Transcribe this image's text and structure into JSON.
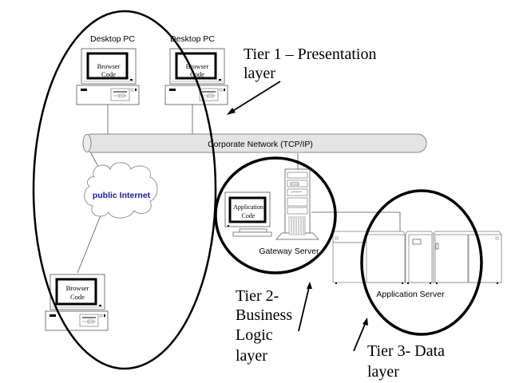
{
  "diagram": {
    "title": "Three-tier architecture",
    "desktops": [
      {
        "label": "Desktop PC",
        "screen_line1": "Browser",
        "screen_line2": "Code"
      },
      {
        "label": "Desktop PC",
        "screen_line1": "Browser",
        "screen_line2": "Code"
      }
    ],
    "remote_pc": {
      "screen_line1": "Browser",
      "screen_line2": "Code"
    },
    "network": {
      "label": "Corporate Network (TCP/IP)"
    },
    "cloud": {
      "label": "public Internet",
      "color": "#1a1aa0"
    },
    "gateway": {
      "label": "Gateway Server",
      "screen_line1": "Application",
      "screen_line2": "Code"
    },
    "app_server": {
      "label": "Application Server"
    },
    "tiers": [
      {
        "line1": "Tier 1 – Presentation",
        "line2": "layer"
      },
      {
        "line1": "Tier 2-",
        "line2": "Business",
        "line3": "Logic",
        "line4": "layer"
      },
      {
        "line1": "Tier 3- Data",
        "line2": "layer"
      }
    ],
    "colors": {
      "pipe_fill": "#e4e4e4",
      "pipe_stroke": "#888888",
      "line": "#000000"
    }
  }
}
